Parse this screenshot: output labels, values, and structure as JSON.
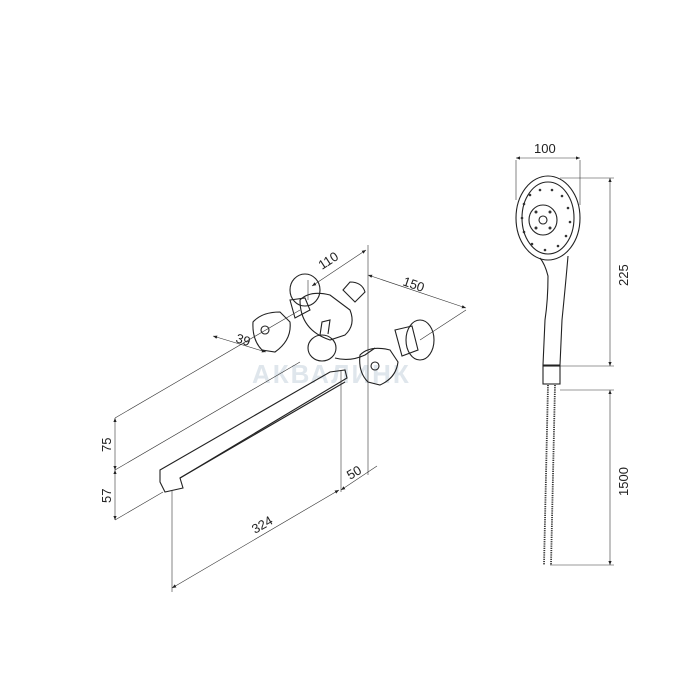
{
  "watermark": "АКВАЛИНК",
  "colors": {
    "line": "#222222",
    "watermark": "#dfe6ec"
  },
  "mixer_dimensions": {
    "depth": "110",
    "width": "150",
    "handle": "39",
    "height_upper": "75",
    "height_lower": "57",
    "spout_length": "324",
    "spout_offset": "50"
  },
  "shower_dimensions": {
    "head_width": "100",
    "handle_length": "225",
    "hose_length": "1500"
  }
}
